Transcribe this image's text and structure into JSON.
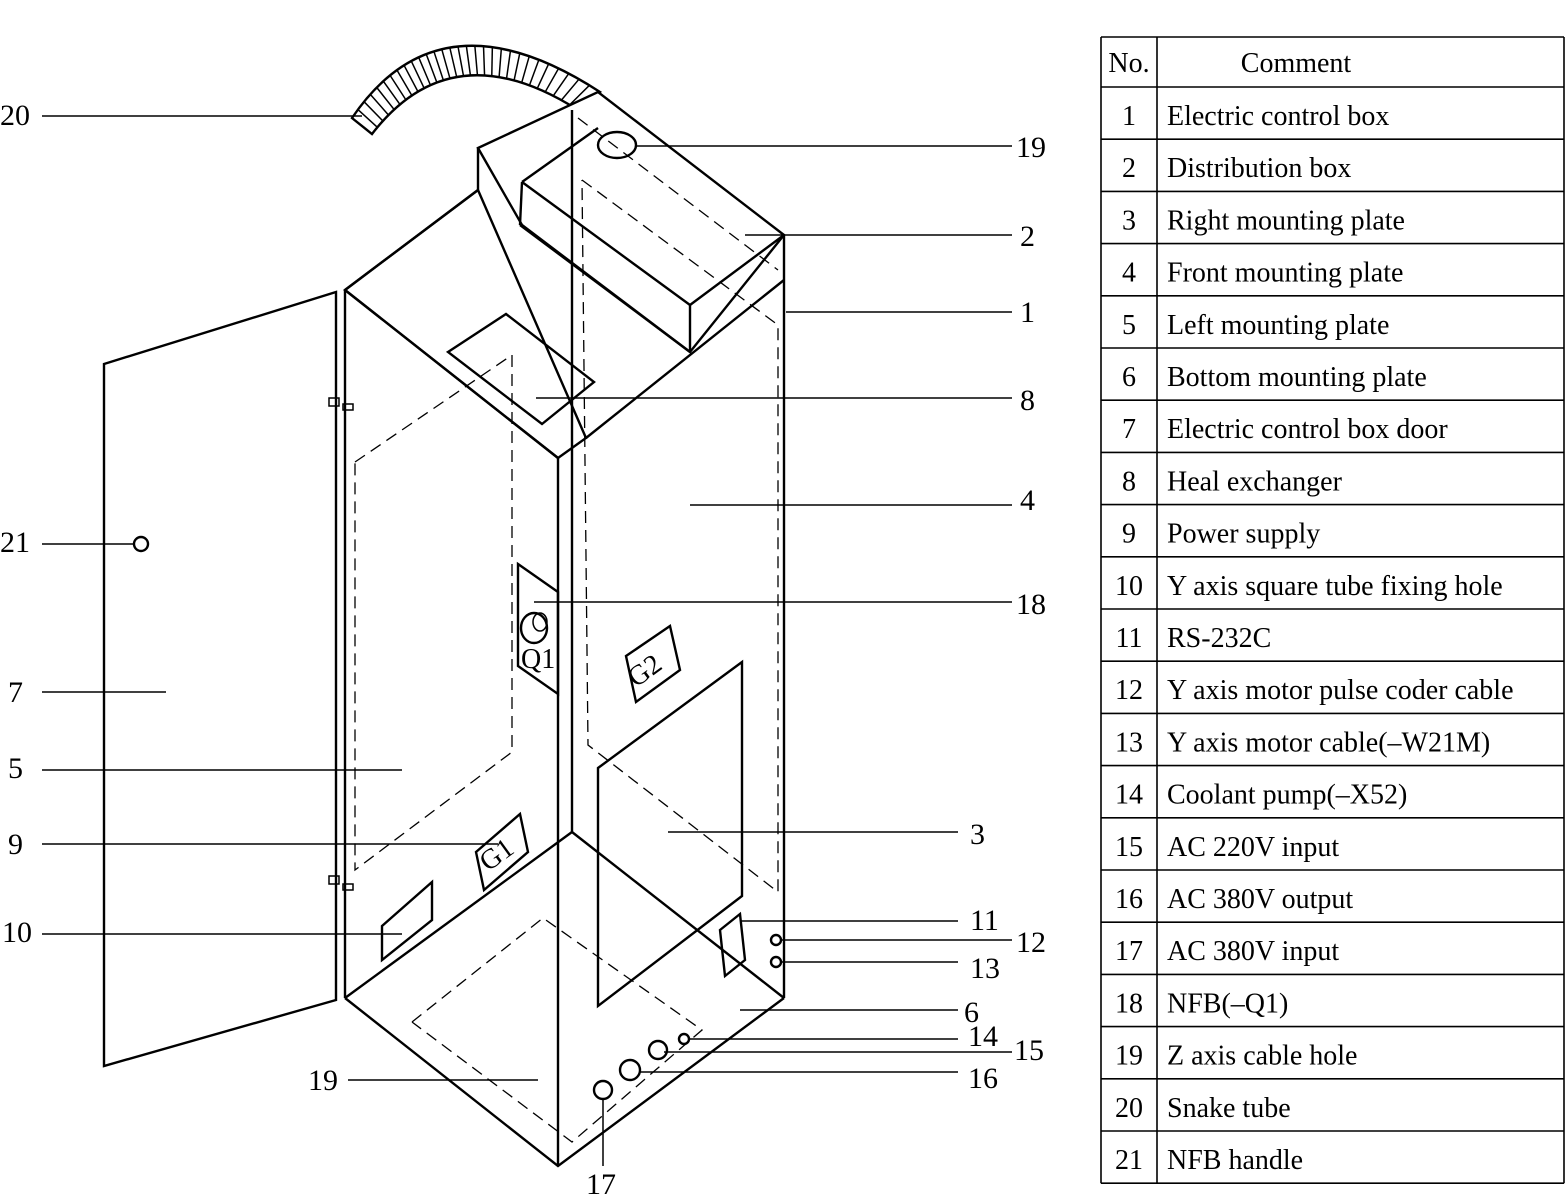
{
  "callouts": [
    {
      "label": "20"
    },
    {
      "label": "19"
    },
    {
      "label": "2"
    },
    {
      "label": "1"
    },
    {
      "label": "8"
    },
    {
      "label": "4"
    },
    {
      "label": "21"
    },
    {
      "label": "18"
    },
    {
      "label": "7"
    },
    {
      "label": "5"
    },
    {
      "label": "3"
    },
    {
      "label": "9"
    },
    {
      "label": "11"
    },
    {
      "label": "12"
    },
    {
      "label": "10"
    },
    {
      "label": "13"
    },
    {
      "label": "6"
    },
    {
      "label": "14"
    },
    {
      "label": "15"
    },
    {
      "label": "19"
    },
    {
      "label": "16"
    },
    {
      "label": "17"
    }
  ],
  "markings": {
    "q1": "Q1",
    "g1": "G1",
    "g2": "G2"
  },
  "table": {
    "headers": [
      "No.",
      "Comment"
    ],
    "rows": [
      {
        "no": "1",
        "comment": "Electric control box"
      },
      {
        "no": "2",
        "comment": "Distribution box"
      },
      {
        "no": "3",
        "comment": "Right mounting plate"
      },
      {
        "no": "4",
        "comment": "Front mounting plate"
      },
      {
        "no": "5",
        "comment": "Left mounting plate"
      },
      {
        "no": "6",
        "comment": "Bottom mounting plate"
      },
      {
        "no": "7",
        "comment": "Electric control box door"
      },
      {
        "no": "8",
        "comment": "Heal exchanger"
      },
      {
        "no": "9",
        "comment": "Power supply"
      },
      {
        "no": "10",
        "comment": "Y axis square tube fixing hole"
      },
      {
        "no": "11",
        "comment": "RS-232C"
      },
      {
        "no": "12",
        "comment": "Y axis motor pulse coder cable"
      },
      {
        "no": "13",
        "comment": "Y axis motor cable(–W21M)"
      },
      {
        "no": "14",
        "comment": "Coolant pump(–X52)"
      },
      {
        "no": "15",
        "comment": "AC 220V input"
      },
      {
        "no": "16",
        "comment": "AC 380V output"
      },
      {
        "no": "17",
        "comment": "AC 380V input"
      },
      {
        "no": "18",
        "comment": "NFB(–Q1)"
      },
      {
        "no": "19",
        "comment": "Z axis cable hole"
      },
      {
        "no": "20",
        "comment": "Snake tube"
      },
      {
        "no": "21",
        "comment": "NFB handle"
      }
    ]
  }
}
